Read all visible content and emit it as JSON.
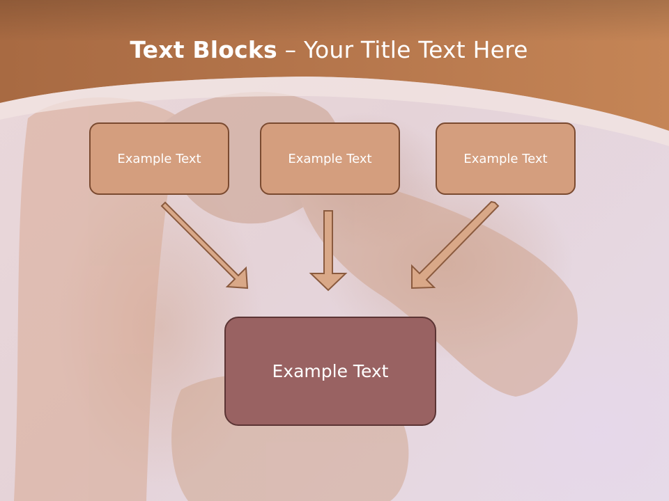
{
  "title": {
    "bold": "Text Blocks",
    "dash": " – ",
    "rest": "Your Title Text Here"
  },
  "boxes": [
    {
      "label": "Example Text"
    },
    {
      "label": "Example Text"
    },
    {
      "label": "Example Text"
    }
  ],
  "target": {
    "label": "Example Text"
  },
  "colors": {
    "header": "#b87349",
    "box_fill": "#d49e7e",
    "box_border": "#7a4a30",
    "target_fill": "#996262",
    "arrow_fill": "#d9a888"
  }
}
